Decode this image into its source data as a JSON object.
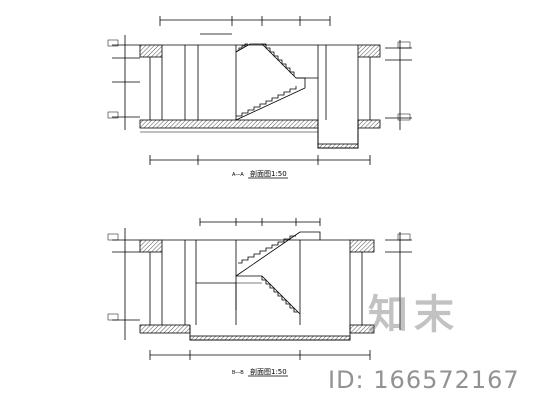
{
  "sections": [
    {
      "title": "剖面图1:50",
      "tag": "A—A"
    },
    {
      "title": "剖面图1:50",
      "tag": "B—B"
    }
  ],
  "watermark": {
    "logo_text": "知末",
    "id_text": "ID: 166572167"
  },
  "colors": {
    "line": "#000000",
    "hatch": "#666666",
    "watermark": "#8a8a8a"
  }
}
